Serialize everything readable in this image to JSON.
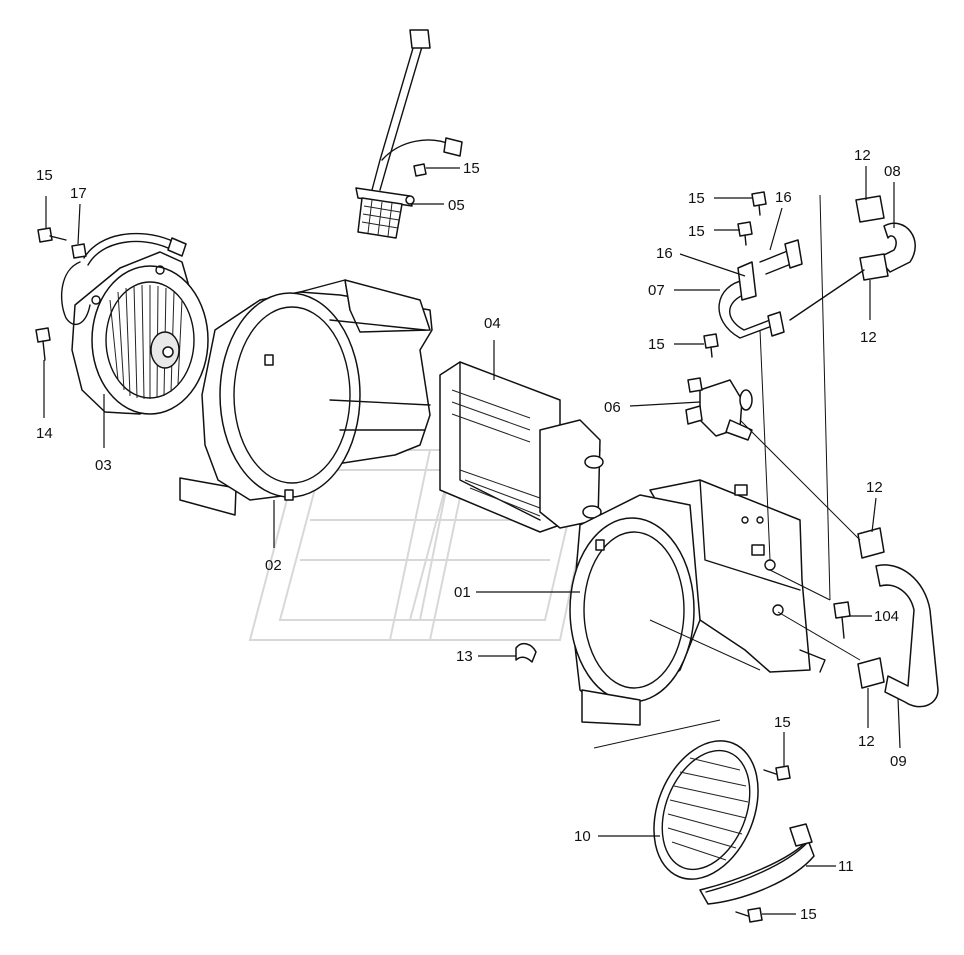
{
  "callouts": [
    {
      "id": "c15a",
      "label": "15"
    },
    {
      "id": "c17",
      "label": "17"
    },
    {
      "id": "c14",
      "label": "14"
    },
    {
      "id": "c03",
      "label": "03"
    },
    {
      "id": "c02",
      "label": "02"
    },
    {
      "id": "c15b",
      "label": "15"
    },
    {
      "id": "c05",
      "label": "05"
    },
    {
      "id": "c04",
      "label": "04"
    },
    {
      "id": "c15c",
      "label": "15"
    },
    {
      "id": "c15d",
      "label": "15"
    },
    {
      "id": "c16a",
      "label": "16"
    },
    {
      "id": "c16b",
      "label": "16"
    },
    {
      "id": "c07",
      "label": "07"
    },
    {
      "id": "c15e",
      "label": "15"
    },
    {
      "id": "c06",
      "label": "06"
    },
    {
      "id": "c12a",
      "label": "12"
    },
    {
      "id": "c08",
      "label": "08"
    },
    {
      "id": "c12b",
      "label": "12"
    },
    {
      "id": "c12c",
      "label": "12"
    },
    {
      "id": "c01",
      "label": "01"
    },
    {
      "id": "c104",
      "label": "104"
    },
    {
      "id": "c13",
      "label": "13"
    },
    {
      "id": "c12d",
      "label": "12"
    },
    {
      "id": "c09",
      "label": "09"
    },
    {
      "id": "c15f",
      "label": "15"
    },
    {
      "id": "c10",
      "label": "10"
    },
    {
      "id": "c11",
      "label": "11"
    },
    {
      "id": "c15g",
      "label": "15"
    }
  ]
}
